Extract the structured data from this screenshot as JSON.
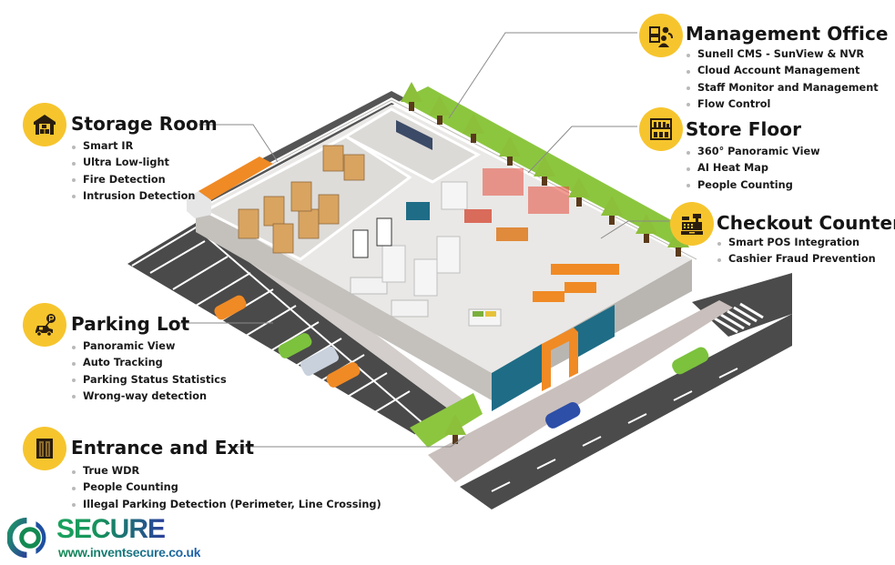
{
  "callouts": {
    "management_office": {
      "title": "Management Office",
      "icon": "team-monitor-icon",
      "features": [
        "Sunell CMS - SunView & NVR",
        "Cloud Account Management",
        "Staff Monitor and Management",
        "Flow Control"
      ]
    },
    "store_floor": {
      "title": "Store Floor",
      "icon": "shelf-icon",
      "features": [
        "360° Panoramic View",
        "AI Heat Map",
        "People Counting"
      ]
    },
    "checkout_counter": {
      "title": "Checkout Counter",
      "icon": "cash-register-icon",
      "features": [
        "Smart POS Integration",
        "Cashier Fraud Prevention"
      ]
    },
    "storage_room": {
      "title": "Storage Room",
      "icon": "warehouse-icon",
      "features": [
        "Smart IR",
        "Ultra Low-light",
        "Fire Detection",
        "Intrusion Detection"
      ]
    },
    "parking_lot": {
      "title": "Parking Lot",
      "icon": "parking-car-icon",
      "features": [
        "Panoramic View",
        "Auto Tracking",
        "Parking Status Statistics",
        "Wrong-way detection"
      ]
    },
    "entrance_exit": {
      "title": "Entrance and Exit",
      "icon": "gate-icon",
      "features": [
        "True WDR",
        "People Counting",
        "Illegal Parking Detection (Perimeter, Line Crossing)"
      ]
    }
  },
  "watermark": {
    "brand": "SECURE",
    "url": "www.inventsecure.co.uk"
  },
  "colors": {
    "badge": "#f6c52e",
    "icon": "#2a1d0e",
    "grass": "#8cc63f",
    "road": "#4a4a4a",
    "floor": "#e9e8e6",
    "wall": "#c9c6c2",
    "accent_orange": "#f08a24",
    "glass": "#1f6c86"
  }
}
